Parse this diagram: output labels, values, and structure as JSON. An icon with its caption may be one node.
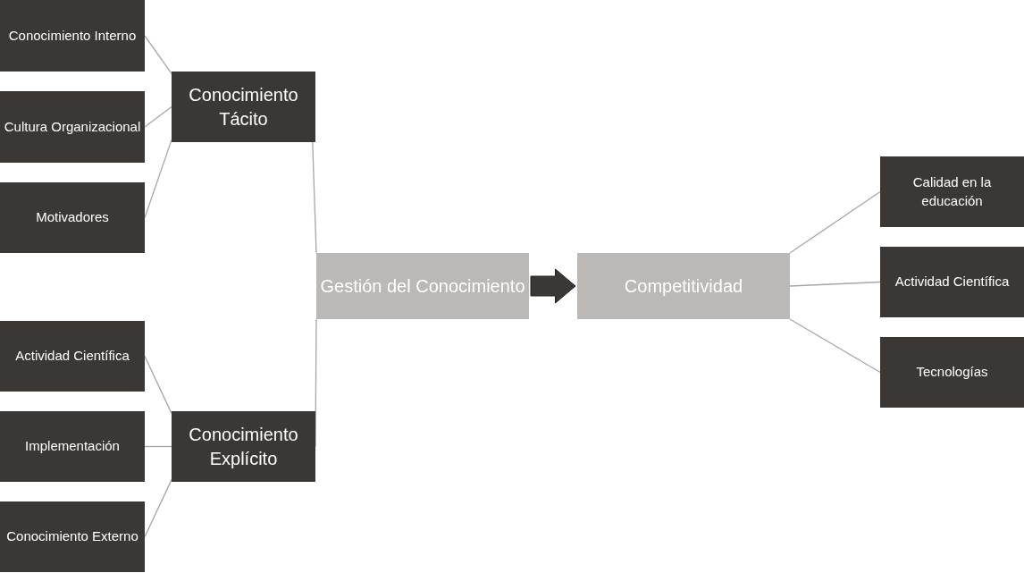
{
  "diagram": {
    "nodes": [
      {
        "text": [
          "Conocimiento Interno"
        ]
      },
      {
        "text": [
          "Cultura Organizacional"
        ]
      },
      {
        "text": [
          "Motivadores"
        ]
      },
      {
        "text": [
          "Conocimiento Tácito"
        ]
      },
      {
        "text": [
          "Actividad Científica"
        ]
      },
      {
        "text": [
          "Implementación"
        ]
      },
      {
        "text": [
          "Conocimiento Externo"
        ]
      },
      {
        "text": [
          "Conocimiento Explícito"
        ]
      },
      {
        "text": [
          "Gestión del Conocimiento"
        ]
      },
      {
        "text": [
          "Competitividad"
        ]
      },
      {
        "text": [
          "Calidad en la educación"
        ]
      },
      {
        "text": [
          "Actividad Científica"
        ]
      },
      {
        "text": [
          "Tecnologías"
        ]
      }
    ],
    "edges": [
      {
        "from": 0,
        "to": 3,
        "arrow": "none"
      },
      {
        "from": 1,
        "to": 3,
        "arrow": "none"
      },
      {
        "from": 2,
        "to": 3,
        "arrow": "none"
      },
      {
        "from": 4,
        "to": 7,
        "arrow": "none"
      },
      {
        "from": 5,
        "to": 7,
        "arrow": "none"
      },
      {
        "from": 6,
        "to": 7,
        "arrow": "none"
      },
      {
        "from": 3,
        "to": 8,
        "arrow": "none"
      },
      {
        "from": 7,
        "to": 8,
        "arrow": "none"
      },
      {
        "from": 8,
        "to": 9,
        "arrow": "to",
        "style": "thick",
        "color": "#3b3735"
      },
      {
        "from": 9,
        "to": 10,
        "arrow": "none"
      },
      {
        "from": 9,
        "to": 11,
        "arrow": "none"
      },
      {
        "from": 9,
        "to": 12,
        "arrow": "none"
      }
    ]
  }
}
